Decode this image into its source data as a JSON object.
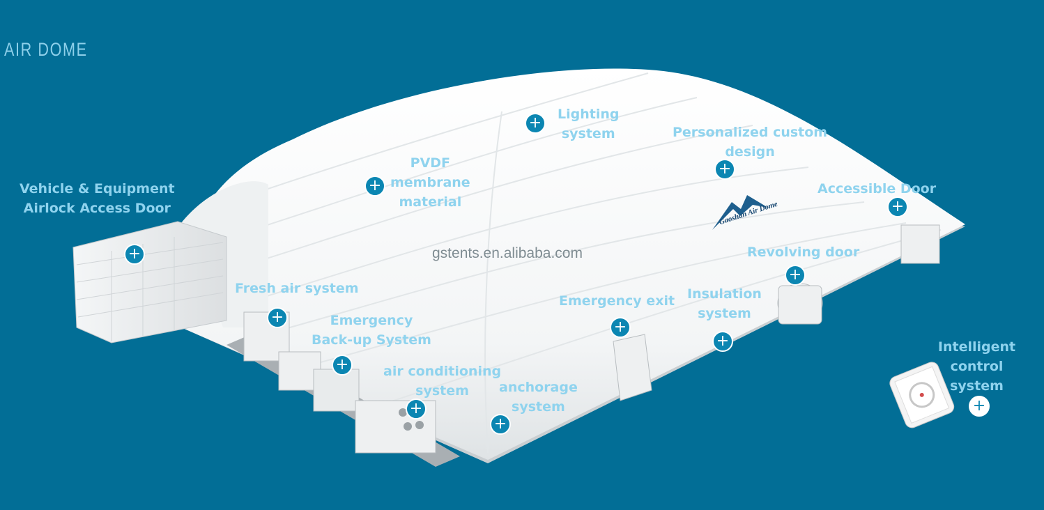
{
  "title": "AIR DOME",
  "watermark": "gstents.en.alibaba.com",
  "brand": "Gaoshan Air Dome",
  "features": [
    {
      "id": "vehicle-airlock",
      "label": "Vehicle & Equipment\nAirlock Access Door"
    },
    {
      "id": "pvdf",
      "label": "PVDF\nmembrane\nmaterial"
    },
    {
      "id": "lighting",
      "label": "Lighting\nsystem"
    },
    {
      "id": "custom-design",
      "label": "Personalized custom\ndesign"
    },
    {
      "id": "accessible-door",
      "label": "Accessible Door"
    },
    {
      "id": "revolving-door",
      "label": "Revolving door"
    },
    {
      "id": "fresh-air",
      "label": "Fresh air system"
    },
    {
      "id": "emergency-backup",
      "label": "Emergency\nBack-up System"
    },
    {
      "id": "air-conditioning",
      "label": "air conditioning\nsystem"
    },
    {
      "id": "anchorage",
      "label": "anchorage\nsystem"
    },
    {
      "id": "emergency-exit",
      "label": "Emergency exit"
    },
    {
      "id": "insulation",
      "label": "Insulation\nsystem"
    },
    {
      "id": "intelligent-control",
      "label": "Intelligent control\nsystem"
    }
  ],
  "plus_symbol": "+"
}
